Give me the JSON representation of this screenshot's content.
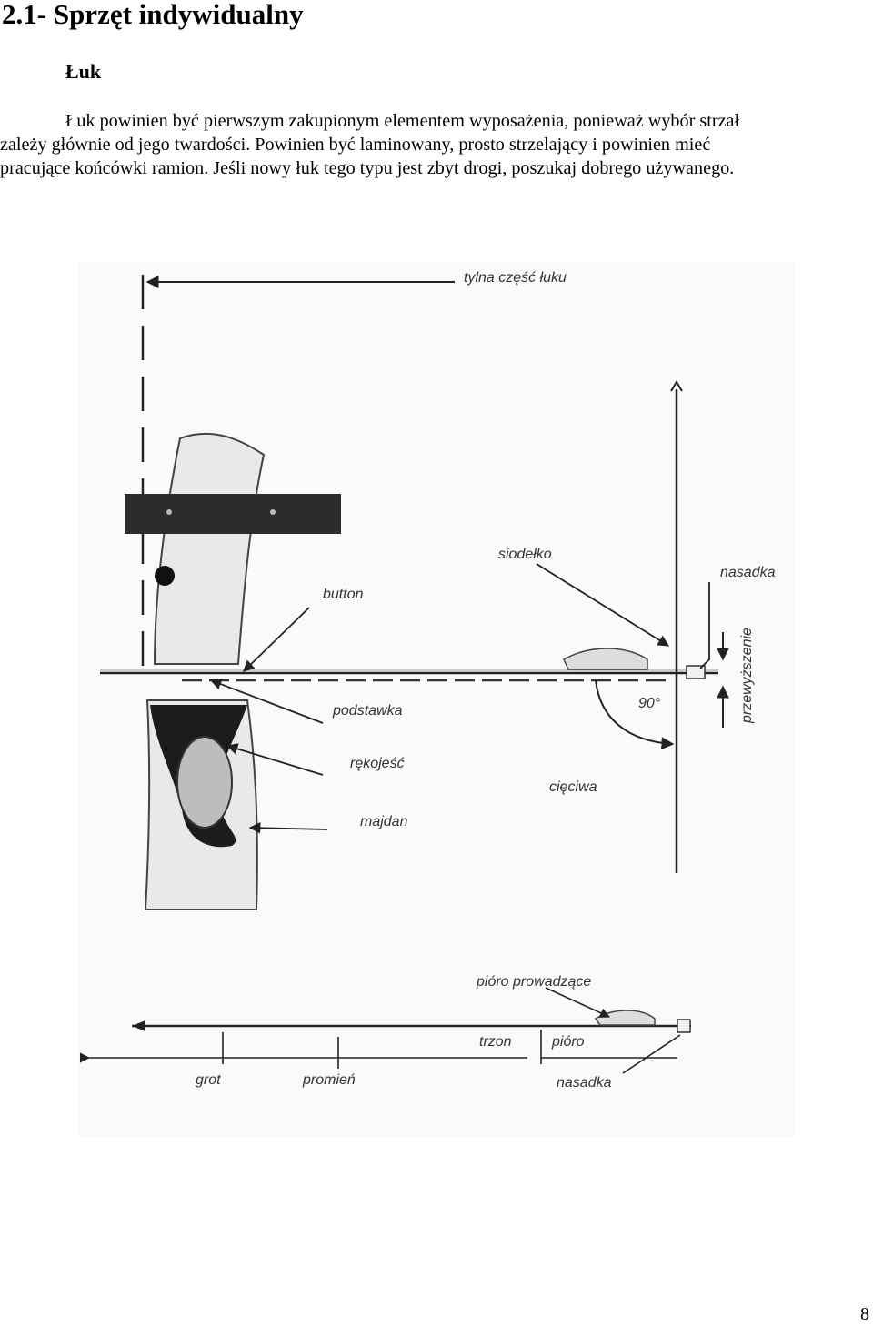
{
  "heading": "2.1- Sprzęt indywidualny",
  "subheading": "Łuk",
  "paragraph": {
    "line1": "Łuk powinien być pierwszym zakupionym elementem wyposażenia, ponieważ wybór strzał",
    "line2": "zależy głównie od jego twardości. Powinien być laminowany, prosto strzelający i powinien mieć",
    "line3": "pracujące końcówki ramion. Jeśli nowy łuk tego typu jest zbyt drogi, poszukaj dobrego używanego."
  },
  "figure": {
    "labels": {
      "tylna": "tylna część łuku",
      "siodelko": "siodełko",
      "nasadka": "nasadka",
      "button": "button",
      "przewyzszenie": "przewyższenie",
      "angle": "90°",
      "podstawka": "podstawka",
      "rekojesc": "rękojeść",
      "cieciwa": "cięciwa",
      "majdan": "majdan",
      "pioro_prowadzace": "pióro prowadzące",
      "trzon": "trzon",
      "pioro": "pióro",
      "grot": "grot",
      "promien": "promień",
      "nasadka2": "nasadka"
    }
  },
  "page_number": "8"
}
